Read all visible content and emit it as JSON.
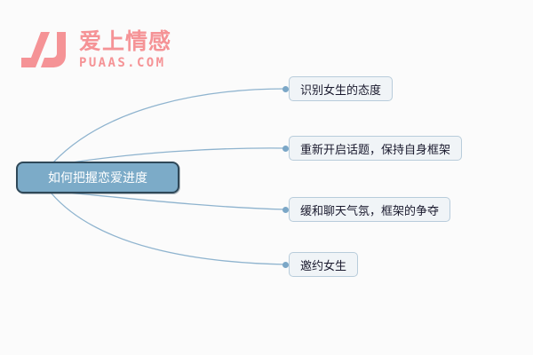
{
  "background_color": "#fbfbfb",
  "logo": {
    "mark_name": "puaas-logo-mark",
    "mark_color": "#f59396",
    "title": "爱上情感",
    "domain": "PUAAS.COM"
  },
  "mindmap": {
    "root": {
      "label": "如何把握恋爱进度",
      "fill_color": "#7cabc8",
      "border_color": "#2f4858",
      "text_color": "#ffffff"
    },
    "branch_color": "#7ba7c7",
    "leaf_fill_color": "#f0f4f7",
    "leaf_border_color": "#b8ccdb",
    "leaves": [
      {
        "label": "识别女生的态度"
      },
      {
        "label": "重新开启话题，保持自身框架"
      },
      {
        "label": "缓和聊天气氛，框架的争夺"
      },
      {
        "label": "邀约女生"
      }
    ]
  }
}
